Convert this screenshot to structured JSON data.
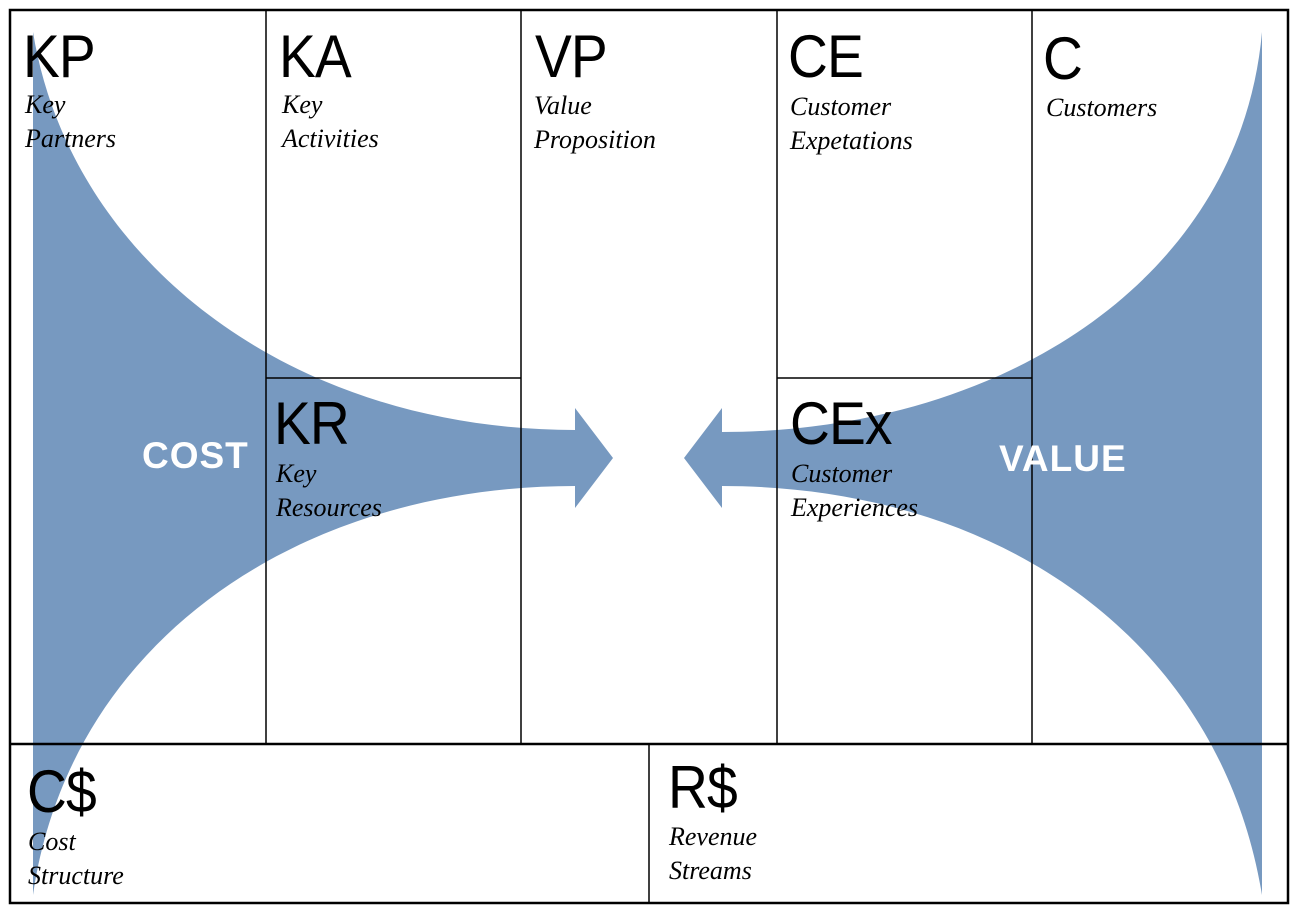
{
  "diagram": {
    "blocks": [
      {
        "id": "kp",
        "abbr": "KP",
        "lines": [
          "Key",
          "Partners"
        ]
      },
      {
        "id": "ka",
        "abbr": "KA",
        "lines": [
          "Key",
          "Activities"
        ]
      },
      {
        "id": "vp",
        "abbr": "VP",
        "lines": [
          "Value",
          "Proposition"
        ]
      },
      {
        "id": "ce",
        "abbr": "CE",
        "lines": [
          "Customer",
          "Expetations"
        ]
      },
      {
        "id": "c",
        "abbr": "C",
        "lines": [
          "Customers"
        ]
      },
      {
        "id": "kr",
        "abbr": "KR",
        "lines": [
          "Key",
          "Resources"
        ]
      },
      {
        "id": "cex",
        "abbr": "CEx",
        "lines": [
          "Customer",
          "Experiences"
        ]
      },
      {
        "id": "cs",
        "abbr": "C$",
        "lines": [
          "Cost",
          "Structure"
        ]
      },
      {
        "id": "rs",
        "abbr": "R$",
        "lines": [
          "Revenue",
          "Streams"
        ]
      }
    ],
    "flows": {
      "left_label": "COST",
      "right_label": "VALUE"
    },
    "colors": {
      "flow_fill": "#7799c0",
      "grid_line": "#000000",
      "background": "#ffffff"
    }
  }
}
